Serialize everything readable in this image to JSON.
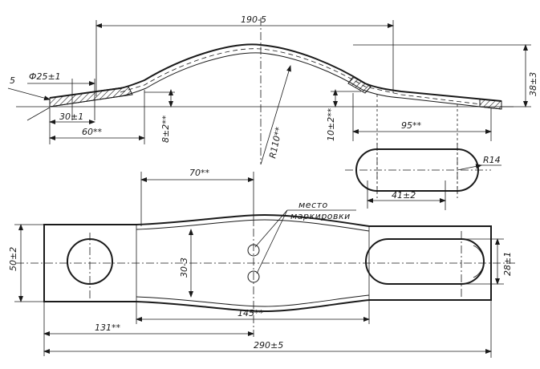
{
  "dimensions": {
    "top_length": "190-5",
    "hole_diameter": "Ф25±1",
    "thickness": "5",
    "left_flat": "30±1",
    "left_span": "60**",
    "left_rise": "8±2**",
    "radius": "R110**",
    "right_rise": "10±2**",
    "total_height": "38±3",
    "right_span": "95**",
    "slot_radius": "R14",
    "slot_length": "41±2",
    "dim_70": "70**",
    "plate_width": "50±2",
    "waist_width": "30-3",
    "slot_width": "28±1",
    "waist_length": "145**",
    "left_to_center": "131**",
    "overall_length": "290±5"
  },
  "annotation": {
    "line1": "место",
    "line2": "маркировки"
  }
}
